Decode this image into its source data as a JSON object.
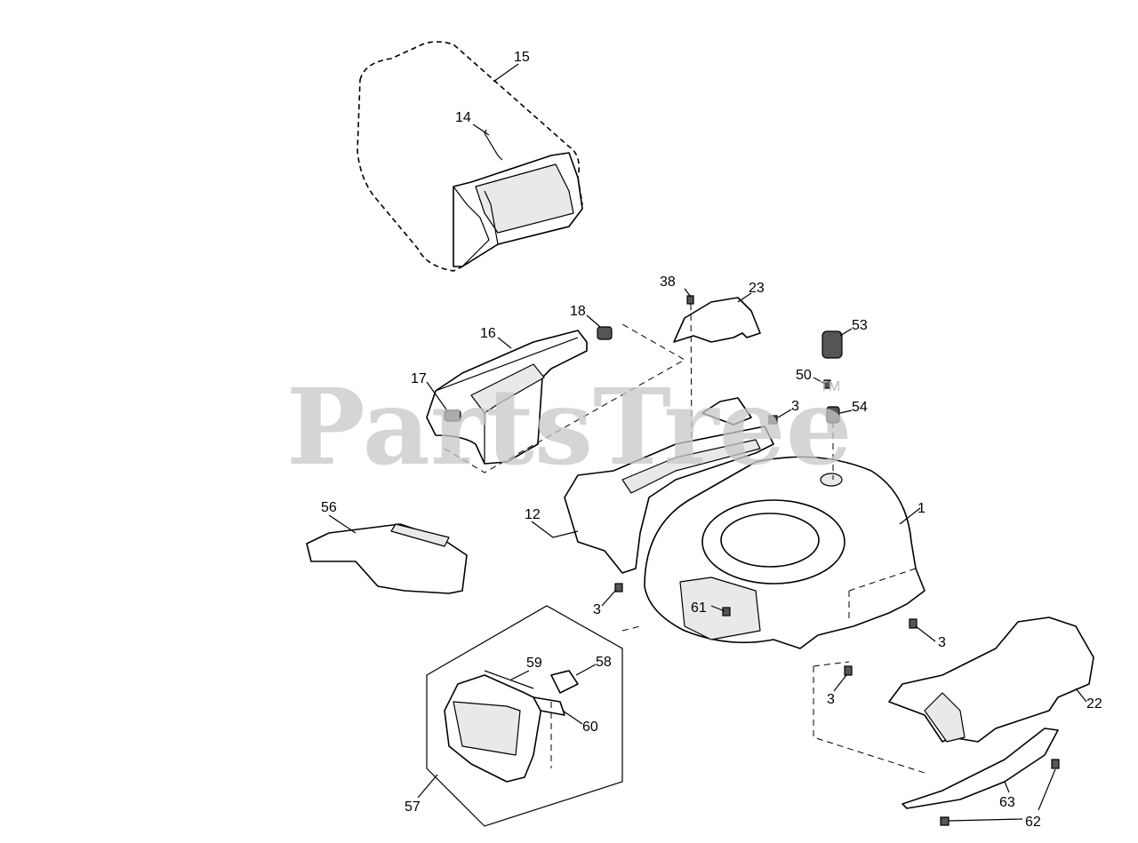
{
  "watermark": {
    "text": "PartsTree",
    "mark": "TM"
  },
  "callouts": [
    {
      "id": "c15",
      "label": "15"
    },
    {
      "id": "c14",
      "label": "14"
    },
    {
      "id": "c38",
      "label": "38"
    },
    {
      "id": "c23",
      "label": "23"
    },
    {
      "id": "c18",
      "label": "18"
    },
    {
      "id": "c16",
      "label": "16"
    },
    {
      "id": "c53",
      "label": "53"
    },
    {
      "id": "c17",
      "label": "17"
    },
    {
      "id": "c50",
      "label": "50"
    },
    {
      "id": "c3a",
      "label": "3"
    },
    {
      "id": "c54",
      "label": "54"
    },
    {
      "id": "c56",
      "label": "56"
    },
    {
      "id": "c12",
      "label": "12"
    },
    {
      "id": "c1",
      "label": "1"
    },
    {
      "id": "c3b",
      "label": "3"
    },
    {
      "id": "c61",
      "label": "61"
    },
    {
      "id": "c3c",
      "label": "3"
    },
    {
      "id": "c59",
      "label": "59"
    },
    {
      "id": "c58",
      "label": "58"
    },
    {
      "id": "c3d",
      "label": "3"
    },
    {
      "id": "c22",
      "label": "22"
    },
    {
      "id": "c60",
      "label": "60"
    },
    {
      "id": "c57",
      "label": "57"
    },
    {
      "id": "c63",
      "label": "63"
    },
    {
      "id": "c62",
      "label": "62"
    }
  ]
}
